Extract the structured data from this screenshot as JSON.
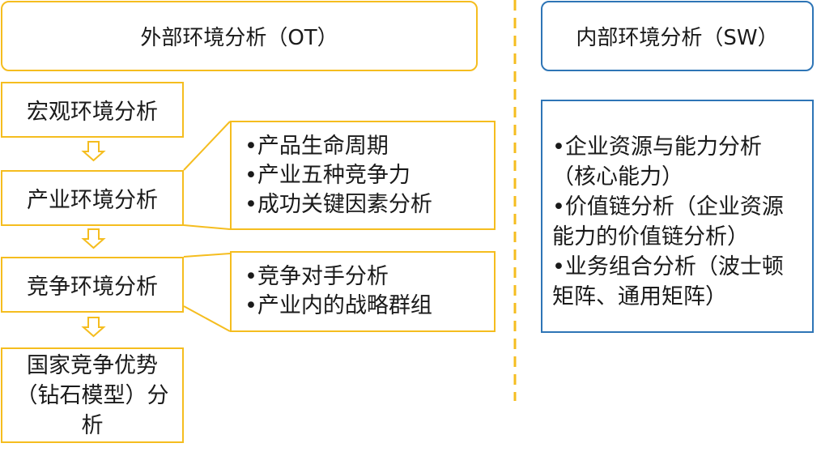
{
  "external": {
    "title": "外部环境分析（OT）",
    "stages": [
      "宏观环境分析",
      "产业环境分析",
      "竞争环境分析",
      "国家竞争优势（钻石模型）分析"
    ],
    "industry_details": [
      "•产品生命周期",
      "•产业五种竞争力",
      "•成功关键因素分析"
    ],
    "competition_details": [
      "•竞争对手分析",
      "•产业内的战略群组"
    ]
  },
  "internal": {
    "title": "内部环境分析（SW）",
    "details": [
      "•企业资源与能力分析（核心能力）",
      "•价值链分析（企业资源能力的价值链分析）",
      "•业务组合分析（波士顿矩阵、通用矩阵）"
    ]
  },
  "colors": {
    "yellow": "#f5bd1f",
    "blue": "#2e75b6",
    "divider": "#f5bd1f"
  }
}
